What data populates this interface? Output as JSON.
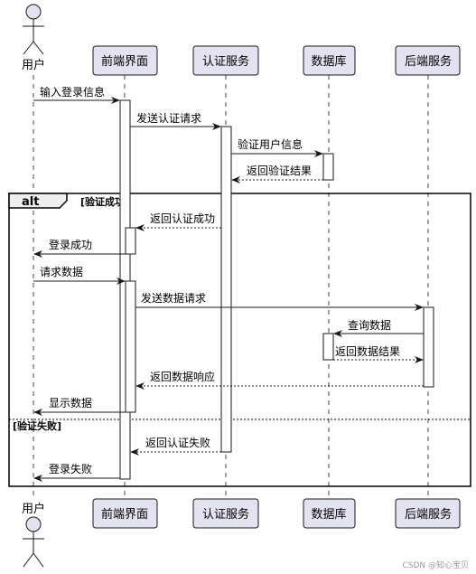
{
  "diagram": {
    "type": "sequence",
    "participants": [
      {
        "id": "user",
        "name": "用户",
        "kind": "actor"
      },
      {
        "id": "fe",
        "name": "前端界面",
        "kind": "participant"
      },
      {
        "id": "auth",
        "name": "认证服务",
        "kind": "participant"
      },
      {
        "id": "db",
        "name": "数据库",
        "kind": "participant"
      },
      {
        "id": "be",
        "name": "后端服务",
        "kind": "participant"
      }
    ],
    "messages": [
      {
        "from": "user",
        "to": "fe",
        "text": "输入登录信息",
        "style": "solid"
      },
      {
        "from": "fe",
        "to": "auth",
        "text": "发送认证请求",
        "style": "solid"
      },
      {
        "from": "auth",
        "to": "db",
        "text": "验证用户信息",
        "style": "solid"
      },
      {
        "from": "db",
        "to": "auth",
        "text": "返回验证结果",
        "style": "dashed"
      },
      {
        "from": "auth",
        "to": "fe",
        "text": "返回认证成功",
        "style": "dashed"
      },
      {
        "from": "fe",
        "to": "user",
        "text": "登录成功",
        "style": "solid"
      },
      {
        "from": "user",
        "to": "fe",
        "text": "请求数据",
        "style": "solid"
      },
      {
        "from": "fe",
        "to": "be",
        "text": "发送数据请求",
        "style": "solid"
      },
      {
        "from": "be",
        "to": "db",
        "text": "查询数据",
        "style": "solid"
      },
      {
        "from": "db",
        "to": "be",
        "text": "返回数据结果",
        "style": "dashed"
      },
      {
        "from": "be",
        "to": "fe",
        "text": "返回数据响应",
        "style": "dashed"
      },
      {
        "from": "fe",
        "to": "user",
        "text": "显示数据",
        "style": "solid"
      },
      {
        "from": "auth",
        "to": "fe",
        "text": "返回认证失败",
        "style": "dashed"
      },
      {
        "from": "fe",
        "to": "user",
        "text": "登录失败",
        "style": "solid"
      }
    ],
    "fragment": {
      "operator": "alt",
      "guard": "[验证成功]",
      "else_guard": "[验证失败]"
    }
  },
  "watermark": "CSDN @知心宝贝",
  "colors": {
    "participant_fill": "#e2e2f0",
    "participant_stroke": "#181818",
    "lifeline": "#181818",
    "background": "#ffffff"
  }
}
